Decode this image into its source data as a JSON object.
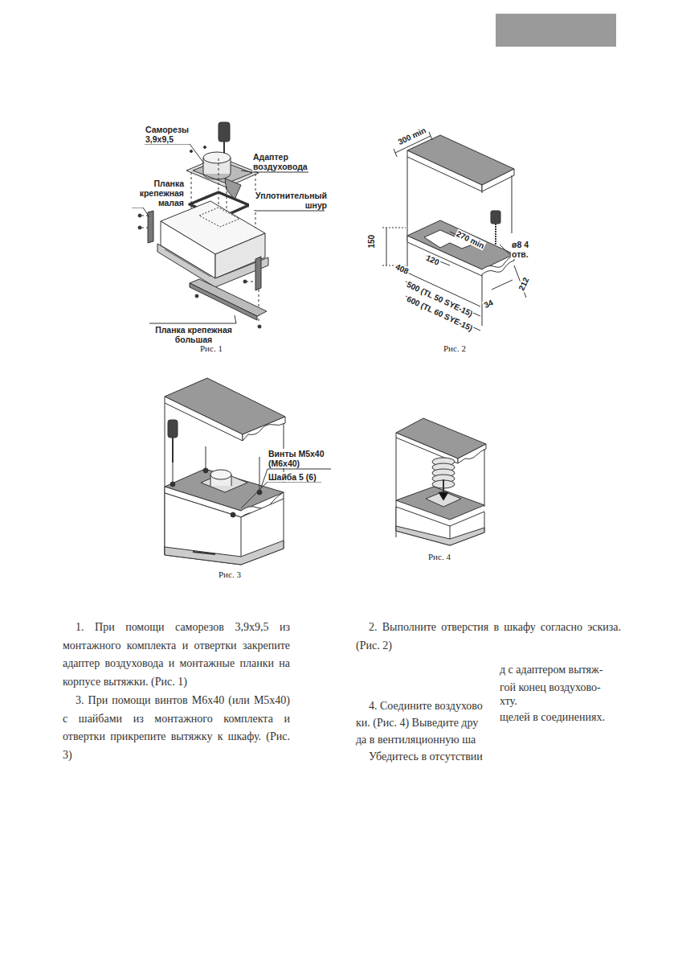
{
  "diagram": {
    "labels": [
      "Саморезы 3,9x9,5",
      "Адаптер воздуховода",
      "Планка крепежная малая",
      "Уплотнительный шнур",
      "Планка крепежная большая",
      "Рис. 1",
      "300 min",
      "150",
      "270 min",
      "ø8 4 отв.",
      "120",
      "408",
      "500 (TL 50 SYE-15)",
      "600 (TL 60 SYE-15)",
      "34",
      "212",
      "Рис. 2",
      "Винты M5x40 (M6x40)",
      "Шайба 5 (6)",
      "Рис. 3",
      "Рис. 4",
      "1. При помощи саморезов 3,9x9,5 из монтажного комплекта и отвертки закрепите адаптер воздуховода и монтажные планки на корпусе вытяжки. (Рис. 1)",
      "2. Выполните отверстия в шкафу согласно эскиза. (Рис. 2)",
      "3. При помощи винтов М6х40 (или М5х40) с шайбами из монтажного комплекта и отвертки прикрепите вытяжку к шкафу. (Рис. 3)",
      "д с адаптером вытяж-",
      "гой конец воздухово-",
      "4. Соедините воздухово",
      "хту.",
      "ки. (Рис. 4) Выведите дру",
      "щелей в соединениях.",
      "да в вентиляционную ша",
      "Убедитесь в отсутствии"
    ]
  }
}
